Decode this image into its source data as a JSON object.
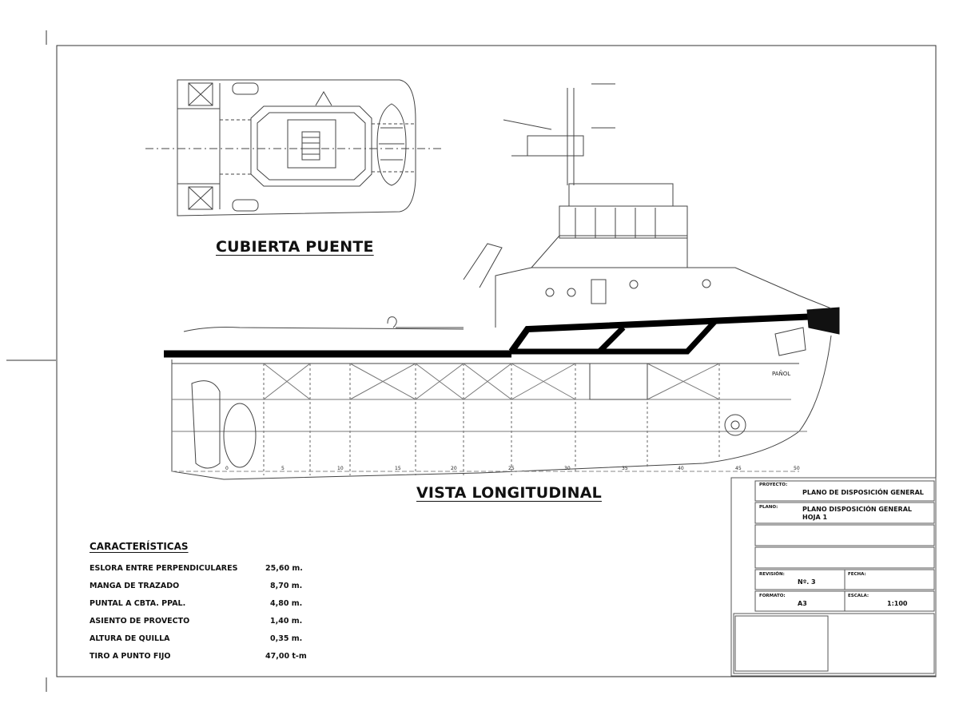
{
  "labels": {
    "deck_plan_title": "CUBIERTA PUENTE",
    "profile_title": "VISTA LONGITUDINAL",
    "storeroom": "PAÑOL"
  },
  "frame_numbers": [
    "0",
    "5",
    "10",
    "15",
    "20",
    "25",
    "30",
    "35",
    "40",
    "45",
    "50"
  ],
  "characteristics": {
    "title": "CARACTERÍSTICAS",
    "rows": [
      {
        "label": "ESLORA ENTRE PERPENDICULARES",
        "value": "25,60 m."
      },
      {
        "label": "MANGA DE TRAZADO",
        "value": "8,70 m."
      },
      {
        "label": "PUNTAL A CBTA. PPAL.",
        "value": "4,80 m."
      },
      {
        "label": "ASIENTO DE PROVECTO",
        "value": "1,40 m."
      },
      {
        "label": "ALTURA DE QUILLA",
        "value": "0,35 m."
      },
      {
        "label": "TIRO A PUNTO FIJO",
        "value": "47,00 t-m"
      }
    ]
  },
  "title_block": {
    "proyecto_label": "PROYECTO:",
    "proyecto_value": "PLANO DE DISPOSICIÓN GENERAL",
    "plano_label": "PLANO:",
    "plano_value_1": "PLANO DISPOSICIÓN GENERAL",
    "plano_value_2": "HOJA 1",
    "revision_label": "REVISIÓN:",
    "revision_value": "Nº. 3",
    "fecha_label": "FECHA:",
    "formato_label": "FORMATO:",
    "formato_value": "A3",
    "escala_label": "ESCALA:",
    "escala_value": "1:100"
  }
}
